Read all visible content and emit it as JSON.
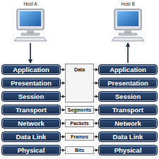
{
  "diagram": {
    "nodes": [
      {
        "text": [
          "Application"
        ]
      },
      {
        "text": [
          "Presentation"
        ]
      },
      {
        "text": [
          "Session"
        ]
      },
      {
        "text": [
          "Transport"
        ]
      },
      {
        "text": [
          "Network"
        ]
      },
      {
        "text": [
          "Data Link"
        ]
      },
      {
        "text": [
          "Physical"
        ]
      },
      {
        "text": [
          "Application"
        ]
      },
      {
        "text": [
          "Presentation"
        ]
      },
      {
        "text": [
          "Session"
        ]
      },
      {
        "text": [
          "Transport"
        ]
      },
      {
        "text": [
          "Network"
        ]
      },
      {
        "text": [
          "Data Link"
        ]
      },
      {
        "text": [
          "Physical"
        ]
      },
      {
        "text": [
          "Data"
        ]
      },
      {
        "text": [
          "Segments"
        ]
      },
      {
        "text": [
          "Packets"
        ]
      },
      {
        "text": [
          "Frames"
        ]
      },
      {
        "text": [
          "Bits"
        ]
      }
    ],
    "edges": [
      {
        "from": 0,
        "to": 14,
        "arrow": "to"
      },
      {
        "from": 14,
        "to": 7,
        "arrow": "to"
      },
      {
        "from": 1,
        "to": 14,
        "arrow": "to"
      },
      {
        "from": 14,
        "to": 8,
        "arrow": "to"
      },
      {
        "from": 2,
        "to": 14,
        "arrow": "to"
      },
      {
        "from": 14,
        "to": 9,
        "arrow": "to"
      },
      {
        "from": 3,
        "to": 15,
        "arrow": "to"
      },
      {
        "from": 15,
        "to": 10,
        "arrow": "to"
      },
      {
        "from": 4,
        "to": 16,
        "arrow": "to"
      },
      {
        "from": 16,
        "to": 11,
        "arrow": "to"
      },
      {
        "from": 5,
        "to": 17,
        "arrow": "to"
      },
      {
        "from": 17,
        "to": 12,
        "arrow": "to"
      },
      {
        "from": 6,
        "to": 18,
        "arrow": "to"
      },
      {
        "from": 18,
        "to": 13,
        "arrow": "to"
      }
    ],
    "labels": [
      "Host A",
      "Host B"
    ]
  }
}
